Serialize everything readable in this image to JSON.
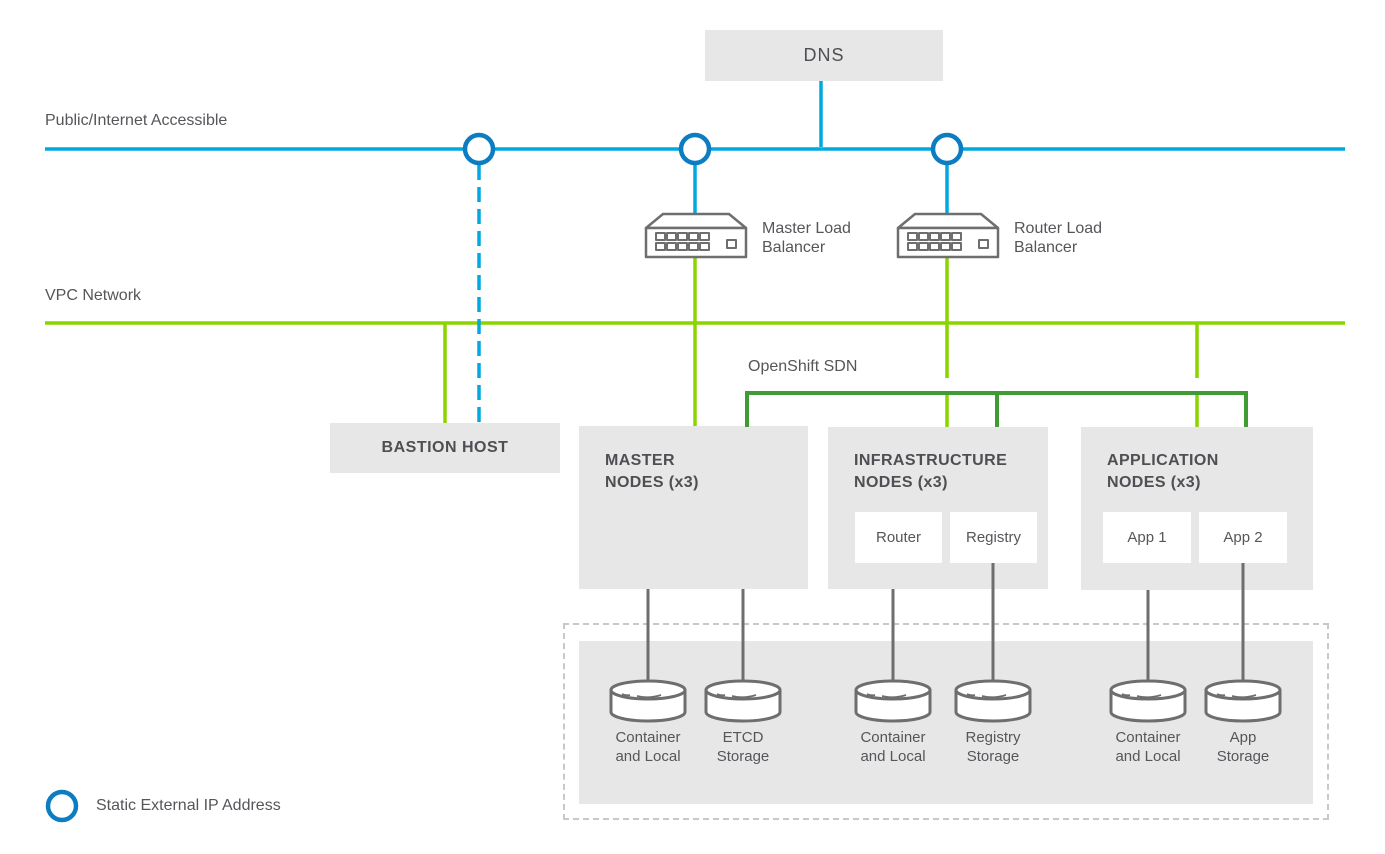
{
  "colors": {
    "blue": "#00a9e0",
    "circle-blue": "#0d7dc1",
    "lime": "#8cd400",
    "green": "#3f9c35",
    "box-gray": "#e7e7e7",
    "line-gray": "#6e6e6e",
    "text": "#55565a"
  },
  "network_zones": {
    "public": {
      "label": "Public/Internet Accessible"
    },
    "vpc": {
      "label": "VPC Network"
    },
    "sdn": {
      "label": "OpenShift SDN"
    }
  },
  "dns": {
    "label": "DNS"
  },
  "load_balancers": [
    {
      "label": "Master Load\nBalancer"
    },
    {
      "label": "Router Load\nBalancer"
    }
  ],
  "bastion": {
    "label": "BASTION HOST"
  },
  "node_groups": [
    {
      "label": "MASTER\nNODES (x3)",
      "services": []
    },
    {
      "label": "INFRASTRUCTURE\nNODES (x3)",
      "services": [
        "Router",
        "Registry"
      ]
    },
    {
      "label": "APPLICATION\nNODES (x3)",
      "services": [
        "App 1",
        "App 2"
      ]
    }
  ],
  "storage": [
    {
      "label": "Container\nand Local"
    },
    {
      "label": "ETCD\nStorage"
    },
    {
      "label": "Container\nand Local"
    },
    {
      "label": "Registry\nStorage"
    },
    {
      "label": "Container\nand Local"
    },
    {
      "label": "App\nStorage"
    }
  ],
  "legend": {
    "static_ip_label": "Static External IP Address"
  }
}
